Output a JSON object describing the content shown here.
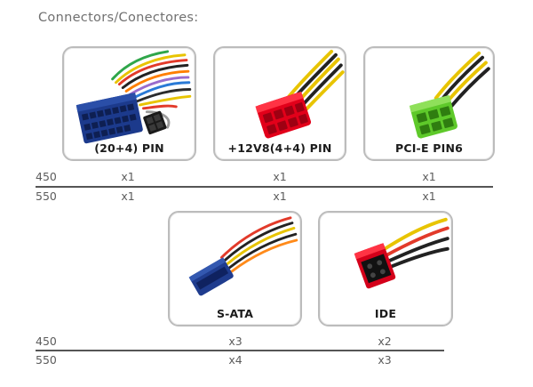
{
  "heading": "Connectors/Conectores:",
  "connectors_row1": [
    {
      "label": "(20+4) PIN",
      "icon": "atx-24pin-connector-icon"
    },
    {
      "label": "+12V8(4+4) PIN",
      "icon": "eps-8pin-connector-icon"
    },
    {
      "label": "PCI-E PIN6",
      "icon": "pcie-6pin-connector-icon"
    }
  ],
  "connectors_row2": [
    {
      "label": "S-ATA",
      "icon": "sata-connector-icon"
    },
    {
      "label": "IDE",
      "icon": "molex-ide-connector-icon"
    }
  ],
  "table_row1": [
    {
      "model": "450",
      "quantities": [
        "x1",
        "x1",
        "x1"
      ]
    },
    {
      "model": "550",
      "quantities": [
        "x1",
        "x1",
        "x1"
      ]
    }
  ],
  "table_row2": [
    {
      "model": "450",
      "quantities": [
        "x3",
        "x2"
      ]
    },
    {
      "model": "550",
      "quantities": [
        "x4",
        "x3"
      ]
    }
  ],
  "colors": {
    "atx_housing": "#1c3a8c",
    "eps_housing": "#e2001a",
    "pcie_housing": "#5ec92a",
    "sata_housing": "#1f3c8e",
    "ide_housing": "#d4001a"
  }
}
